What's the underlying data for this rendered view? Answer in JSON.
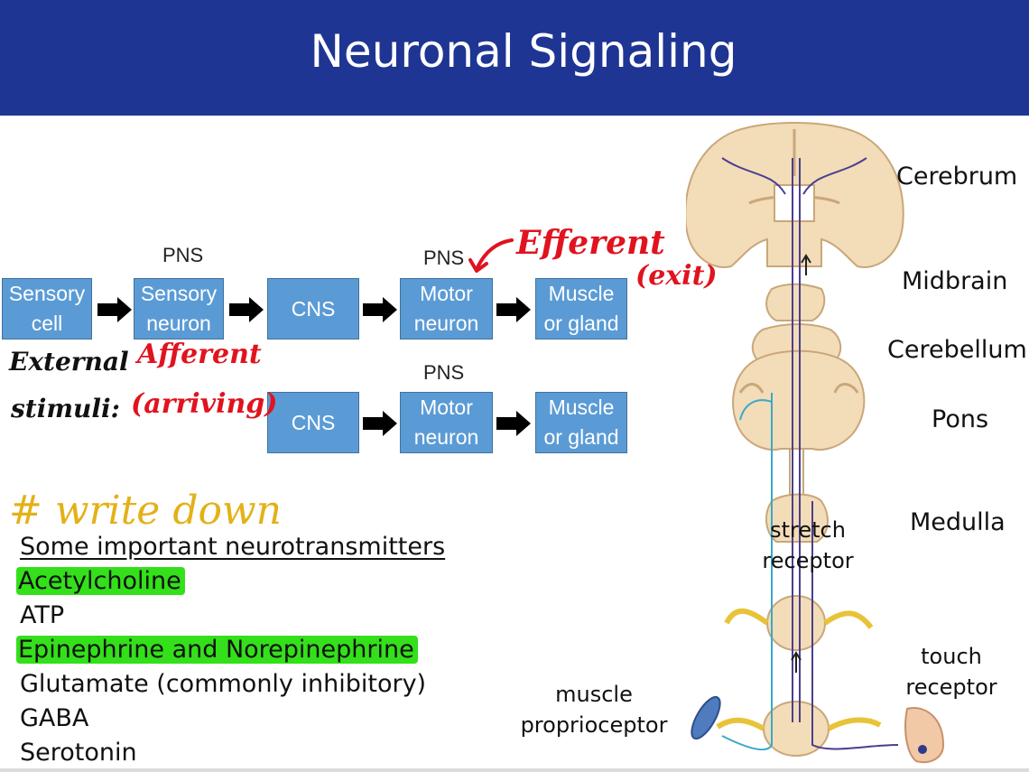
{
  "header": {
    "title": "Neuronal Signaling"
  },
  "flow": {
    "row1": [
      "Sensory cell",
      "Sensory neuron",
      "CNS",
      "Motor neuron",
      "Muscle or gland"
    ],
    "row2": [
      "CNS",
      "Motor neuron",
      "Muscle or gland"
    ],
    "pns_label": "PNS"
  },
  "boxes": {
    "sensory_cell": [
      "Sensory",
      "cell"
    ],
    "sensory_neuron": [
      "Sensory",
      "neuron"
    ],
    "cns": "CNS",
    "motor_neuron": [
      "Motor",
      "neuron"
    ],
    "muscle_gland": [
      "Muscle",
      "or gland"
    ]
  },
  "annotations": {
    "efferent": "Efferent",
    "exit": "(exit)",
    "afferent": "Afferent",
    "arriving": "(arriving)",
    "external_1": "External",
    "external_2": "stimuli:",
    "write_down": "# write down"
  },
  "neurotransmitters": {
    "heading": "Some important neurotransmitters",
    "items": [
      {
        "label": "Acetylcholine",
        "highlighted": true
      },
      {
        "label": "ATP",
        "highlighted": false
      },
      {
        "label": "Epinephrine and Norepinephrine",
        "highlighted": true
      },
      {
        "label": "Glutamate (commonly inhibitory)",
        "highlighted": false
      },
      {
        "label": "GABA",
        "highlighted": false
      },
      {
        "label": "Serotonin",
        "highlighted": false
      }
    ]
  },
  "anatomy": {
    "cerebrum": "Cerebrum",
    "midbrain": "Midbrain",
    "cerebellum": "Cerebellum",
    "pons": "Pons",
    "medulla": "Medulla",
    "stretch_1": "stretch",
    "stretch_2": "receptor",
    "touch_1": "touch",
    "touch_2": "receptor",
    "muscle_1": "muscle",
    "muscle_2": "proprioceptor"
  },
  "colors": {
    "header": "#1e3593",
    "box": "#5b9bd5",
    "highlight": "#33e01a",
    "annotation_red": "#e0131f",
    "annotation_gold": "#e3b118",
    "tissue": "#f3dcb8",
    "nerve": "#e8c33a",
    "pathway_purple": "#4a3f8f",
    "pathway_cyan": "#38a9c8"
  }
}
